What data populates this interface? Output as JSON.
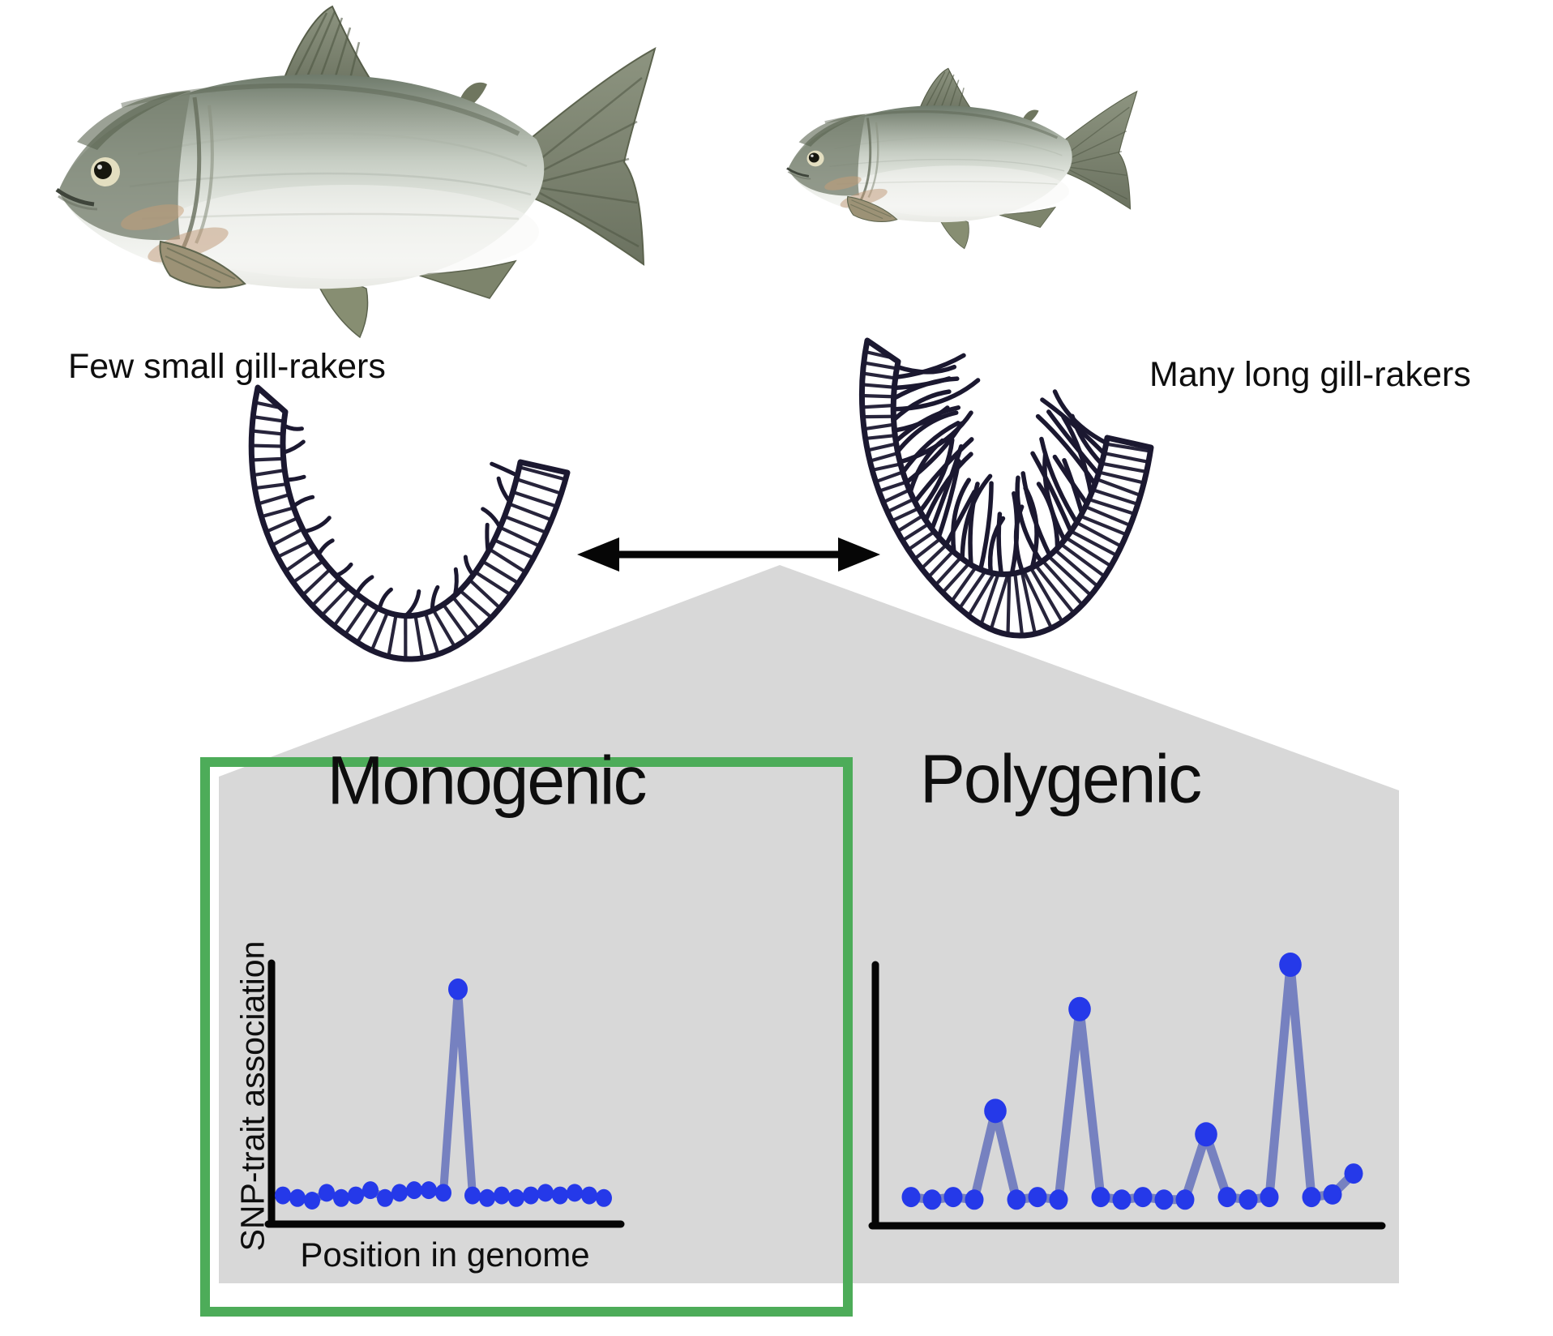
{
  "figure": {
    "type": "scientific-figure",
    "caption_labels": {
      "left_fish": "Few small gill-rakers",
      "right_fish": "Many long gill-rakers"
    }
  },
  "colors": {
    "panel_gray": "#d8d8d8",
    "highlight_green": "#4dac59",
    "dot_blue": "#2539e9",
    "line_blue": "#5a68b8",
    "ink": "#1b1830",
    "axis_black": "#060606"
  },
  "gill_arches": {
    "left": {
      "label": "gill-arch-few-short-rakers",
      "raker_count": 17,
      "raker_length": "short"
    },
    "right": {
      "label": "gill-arch-many-long-rakers",
      "raker_count": 42,
      "raker_length": "long"
    }
  },
  "chart_data": [
    {
      "type": "line",
      "title": "Monogenic",
      "xlabel": "Position in genome",
      "ylabel": "SNP-trait association",
      "ylim": [
        0,
        1
      ],
      "grid": false,
      "highlighted": true,
      "values": [
        0.11,
        0.1,
        0.09,
        0.12,
        0.1,
        0.11,
        0.13,
        0.1,
        0.12,
        0.13,
        0.13,
        0.12,
        0.9,
        0.11,
        0.1,
        0.11,
        0.1,
        0.11,
        0.12,
        0.11,
        0.12,
        0.11,
        0.1
      ],
      "peak_indices": [
        12
      ]
    },
    {
      "type": "line",
      "title": "Polygenic",
      "xlabel": "",
      "ylabel": "",
      "ylim": [
        0,
        1
      ],
      "grid": false,
      "highlighted": false,
      "values": [
        0.11,
        0.1,
        0.11,
        0.1,
        0.44,
        0.1,
        0.11,
        0.1,
        0.83,
        0.11,
        0.1,
        0.11,
        0.1,
        0.1,
        0.35,
        0.11,
        0.1,
        0.11,
        1.0,
        0.11,
        0.12,
        0.2
      ],
      "peak_indices": [
        4,
        8,
        14,
        18
      ]
    }
  ]
}
